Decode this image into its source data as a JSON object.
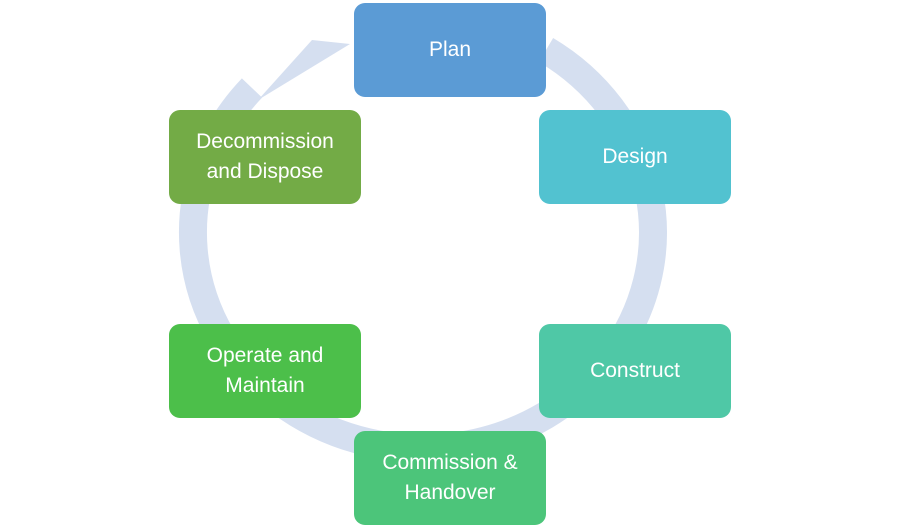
{
  "colors": {
    "ring": "#d5dff0"
  },
  "stages": [
    {
      "label": "Plan",
      "color": "#5b9bd5"
    },
    {
      "label": "Design",
      "color": "#52c2d0"
    },
    {
      "label": "Construct",
      "color": "#4fc8a6"
    },
    {
      "label": "Commission &\nHandover",
      "color": "#4cc57a"
    },
    {
      "label": "Operate and\nMaintain",
      "color": "#4cbf4a"
    },
    {
      "label": "Decommission\nand Dispose",
      "color": "#73ab46"
    }
  ]
}
